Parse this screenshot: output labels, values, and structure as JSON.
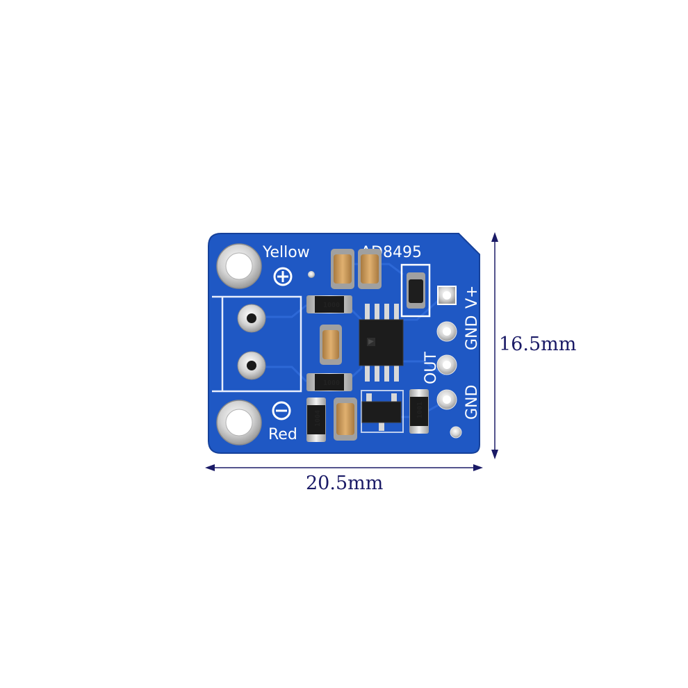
{
  "board": {
    "chip_label": "AD8495",
    "wire_yellow": "Yellow",
    "wire_red": "Red",
    "pin_vplus": "V+",
    "pin_gnd_top": "GND",
    "pin_out": "OUT",
    "pin_gnd_bottom": "GND",
    "resistor_1": "1000",
    "resistor_2": "1000",
    "resistor_3": "1004",
    "resistor_4": "1001"
  },
  "dimensions": {
    "width": "20.5mm",
    "height": "16.5mm"
  },
  "colors": {
    "pcb": "#1f58c4",
    "pcb_dark": "#17449c",
    "silkscreen": "#ffffff",
    "pad": "#c8c8c8",
    "arrow": "#1a1a66",
    "capacitor": "#c89a5a"
  }
}
